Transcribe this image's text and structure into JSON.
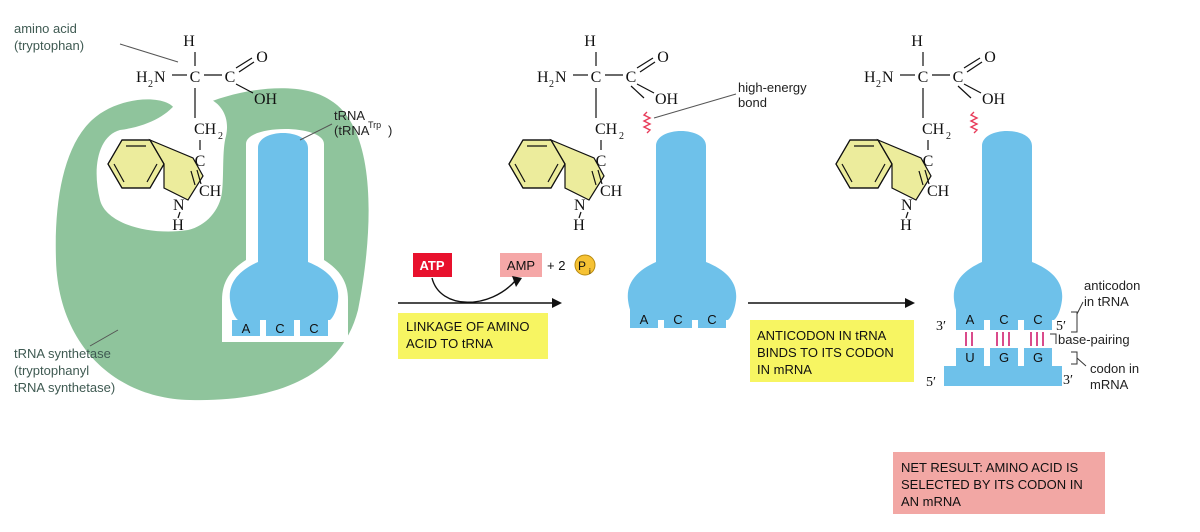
{
  "colors": {
    "synthetase": "#8fc49c",
    "trna": "#6ec1ea",
    "ring": "#ecec9c",
    "yellow_box": "#f7f562",
    "pink_box": "#f2a7a4",
    "atp": "#e8112d",
    "amp": "#f5a7a7",
    "pi": "#f6c234",
    "bond": "#e83c5a"
  },
  "labels": {
    "amino_acid": [
      "amino acid",
      "(tryptophan)"
    ],
    "trna": [
      "tRNA",
      "(tRNA",
      "Trp",
      ")"
    ],
    "synthetase": [
      "tRNA synthetase",
      "(tryptophanyl",
      "tRNA synthetase)"
    ],
    "high_energy": [
      "high-energy",
      "bond"
    ],
    "anticodon": [
      "anticodon",
      "in tRNA"
    ],
    "base_pairing": "base-pairing",
    "codon": [
      "codon in",
      "mRNA"
    ]
  },
  "chem": {
    "H": "H",
    "H2N": "H",
    "two": "2",
    "N_suffix": "N",
    "C": "C",
    "O": "O",
    "OH": "OH",
    "CH": "CH",
    "CH2": "CH",
    "N": "N"
  },
  "reaction": {
    "atp": "ATP",
    "amp": "AMP",
    "plus_two": "+ 2",
    "pi": "P",
    "pi_sub": "i"
  },
  "steps": {
    "step1": [
      "LINKAGE OF AMINO",
      "ACID TO tRNA"
    ],
    "step2": [
      "ANTICODON IN tRNA",
      "BINDS TO ITS CODON",
      "IN mRNA"
    ],
    "net": [
      "NET RESULT: AMINO ACID IS",
      "SELECTED BY ITS CODON IN",
      "AN mRNA"
    ]
  },
  "anticodon_bases": [
    "A",
    "C",
    "C"
  ],
  "codon_bases": [
    "U",
    "G",
    "G"
  ],
  "ends": {
    "three_prime": "3′",
    "five_prime": "5′"
  }
}
